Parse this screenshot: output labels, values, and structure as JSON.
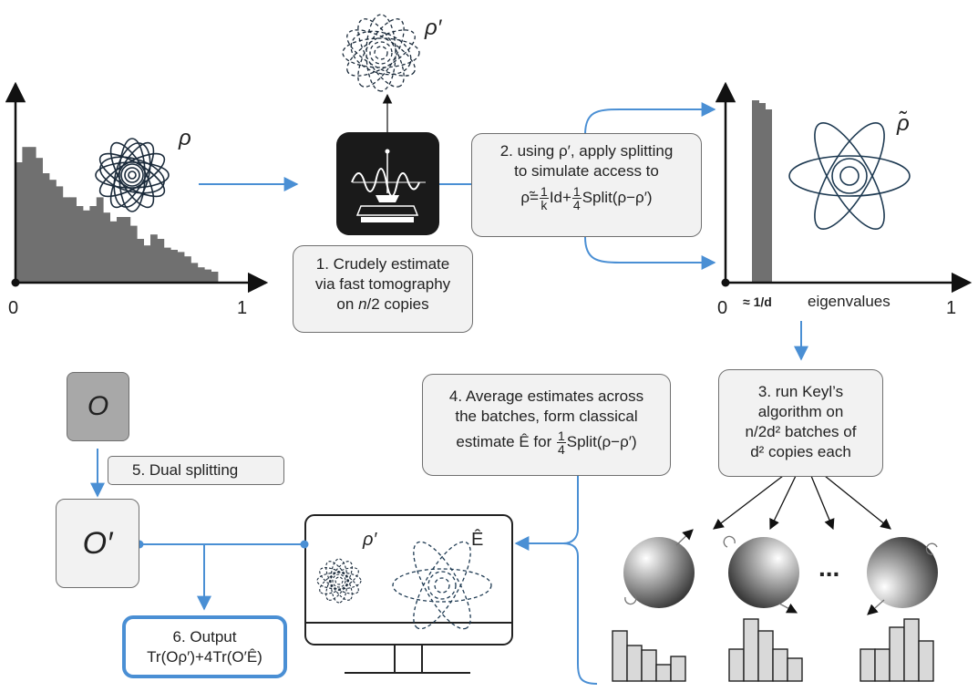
{
  "axis": {
    "left_zero": "0",
    "left_one": "1",
    "right_zero": "0",
    "right_one": "1",
    "right_d_tick": "≈ 1/d",
    "right_xlabel": "eigenvalues"
  },
  "symbols": {
    "rho": "ρ",
    "rho_prime": "ρ′",
    "rho_tilde": "ρ̃",
    "e_hat": "Ê",
    "O": "O",
    "O_prime": "O′",
    "ellipsis": "..."
  },
  "step1": {
    "line1": "1. Crudely estimate",
    "line2": "via fast tomography",
    "line3_pre": "on ",
    "line3_var": "n",
    "line3_post": "/2 copies"
  },
  "step2": {
    "line1": "2. using ρ′, apply splitting",
    "line2": "to simulate access to",
    "eq_lhs": "ρ̃=",
    "frac1_num": "1",
    "frac1_den": "k",
    "eq_mid": "Id+",
    "frac2_num": "1",
    "frac2_den": "4",
    "eq_rhs": "Split(ρ−ρ′)"
  },
  "step3": {
    "line1": "3. run Keyl’s",
    "line2": "algorithm on",
    "line3": "n/2d² batches of",
    "line4": "d² copies each"
  },
  "step4": {
    "line1": "4. Average estimates across",
    "line2": "the batches, form classical",
    "line3_pre": "estimate Ê for ",
    "frac_num": "1",
    "frac_den": "4",
    "line3_post": "Split(ρ−ρ′)"
  },
  "step5": {
    "label": "5. Dual splitting"
  },
  "step6": {
    "line1": "6. Output",
    "line2": "Tr(Oρ′)+4Tr(O′Ê)"
  },
  "colors": {
    "arrow_blue": "#4a8fd4",
    "histogram_gray": "#707070",
    "box_fill": "#f2f2f2",
    "dark_device": "#1a1a1a"
  },
  "histogram": {
    "left_bars_relative": [
      0.55,
      0.62,
      0.62,
      0.57,
      0.5,
      0.47,
      0.44,
      0.39,
      0.39,
      0.35,
      0.33,
      0.35,
      0.39,
      0.32,
      0.28,
      0.3,
      0.3,
      0.26,
      0.2,
      0.17,
      0.22,
      0.2,
      0.16,
      0.15,
      0.14,
      0.12,
      0.09,
      0.07,
      0.06,
      0.05
    ]
  }
}
